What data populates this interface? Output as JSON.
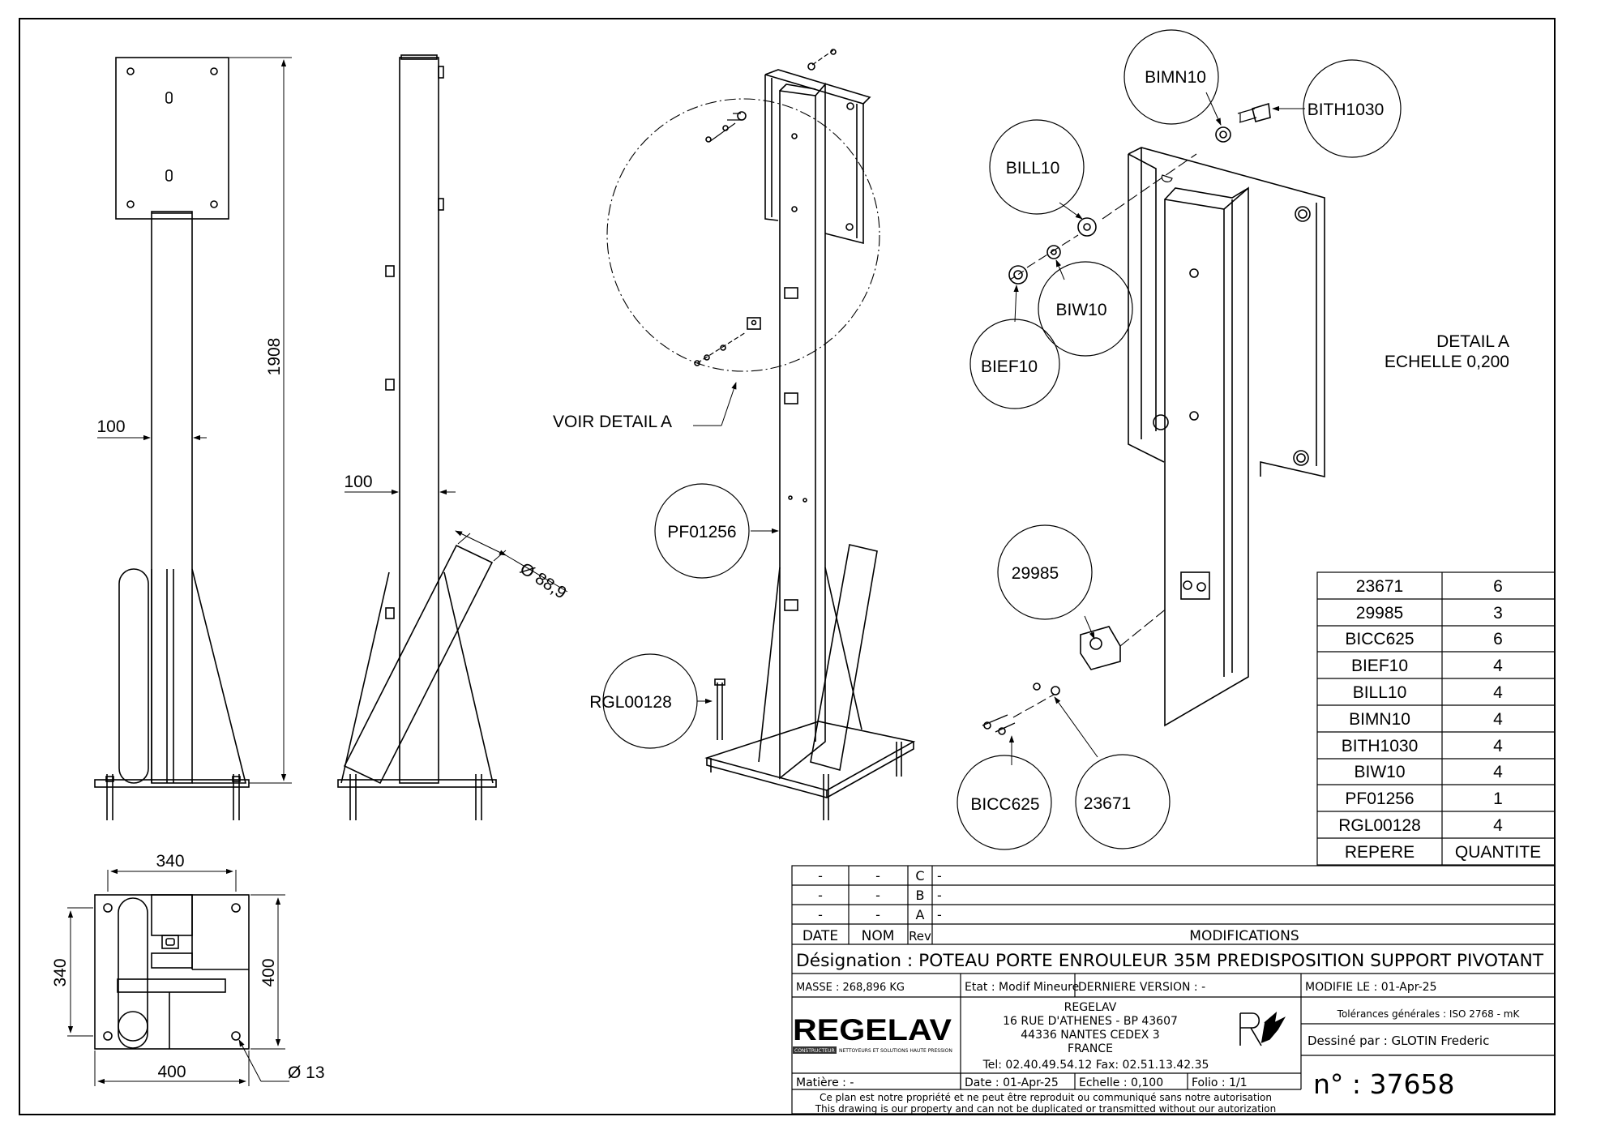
{
  "views": {
    "front": {
      "height_dim": "1908",
      "tube_width_dim": "100"
    },
    "side": {
      "tube_width_dim": "100",
      "tube_diameter_dim": "Ø 88,9"
    },
    "top": {
      "width_top": "340",
      "height_left": "340",
      "height_right": "400",
      "width_bottom": "400",
      "hole_diameter": "Ø 13"
    },
    "iso": {
      "voir_detail": "VOIR DETAIL  A",
      "balloon_post": "PF01256",
      "balloon_rgl": "RGL00128"
    },
    "detail": {
      "title": "DETAIL  A",
      "scale": "ECHELLE  0,200",
      "balloons": {
        "bimn10": "BIMN10",
        "bith1030": "BITH1030",
        "bill10": "BILL10",
        "biw10": "BIW10",
        "bief10": "BIEF10",
        "c29985": "29985",
        "bicc625": "BICC625",
        "c23671": "23671"
      }
    }
  },
  "bom": {
    "rows": [
      {
        "ref": "23671",
        "qty": "6"
      },
      {
        "ref": "29985",
        "qty": "3"
      },
      {
        "ref": "BICC625",
        "qty": "6"
      },
      {
        "ref": "BIEF10",
        "qty": "4"
      },
      {
        "ref": "BILL10",
        "qty": "4"
      },
      {
        "ref": "BIMN10",
        "qty": "4"
      },
      {
        "ref": "BITH1030",
        "qty": "4"
      },
      {
        "ref": "BIW10",
        "qty": "4"
      },
      {
        "ref": "PF01256",
        "qty": "1"
      },
      {
        "ref": "RGL00128",
        "qty": "4"
      }
    ],
    "header": {
      "ref": "REPERE",
      "qty": "QUANTITE"
    }
  },
  "titleblock": {
    "revs": [
      {
        "date": "-",
        "nom": "-",
        "rev": "C",
        "mod": "-"
      },
      {
        "date": "-",
        "nom": "-",
        "rev": "B",
        "mod": "-"
      },
      {
        "date": "-",
        "nom": "-",
        "rev": "A",
        "mod": "-"
      }
    ],
    "col_date": "DATE",
    "col_nom": "NOM",
    "col_rev": "Rev",
    "col_mod": "MODIFICATIONS",
    "designation": "Désignation : POTEAU PORTE ENROULEUR 35M PREDISPOSITION SUPPORT PIVOTANT",
    "masse": "MASSE : 268,896 KG",
    "etat": "Etat : Modif Mineure",
    "derniere": "DERNIERE VERSION : -",
    "modifie": "MODIFIE LE : 01-Apr-25",
    "logo_word": "REGELAV",
    "logo_tag": "CONSTRUCTEUR",
    "logo_sub": "NETTOYEURS ET SOLUTIONS HAUTE PRESSION",
    "company": [
      "REGELAV",
      "16 RUE D'ATHENES - BP 43607",
      "44336 NANTES CEDEX 3",
      "FRANCE"
    ],
    "phones": "Tel:  02.40.49.54.12   Fax:  02.51.13.42.35",
    "tolerances": "Tolérances générales : ISO 2768 - mK",
    "dessine": "Dessiné par : GLOTIN Frederic",
    "matiere": "Matière : -",
    "date": "Date : 01-Apr-25",
    "echelle": "Echelle : 0,100",
    "folio": "Folio : 1/1",
    "numero": "n° : 37658",
    "footer1": "Ce plan est notre propriété et ne peut être reproduit ou communiqué sans notre autorisation",
    "footer2": "This drawing is our property and can not be duplicated or transmitted without our autorization"
  }
}
